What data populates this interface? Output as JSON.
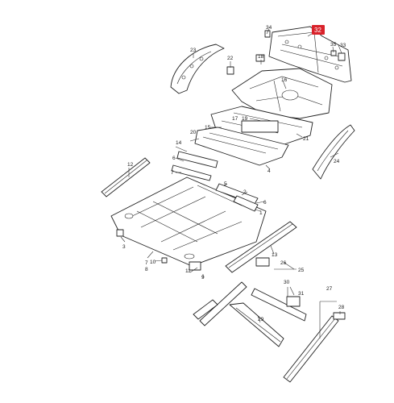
{
  "diagram": {
    "highlight_color": "#d9222a",
    "highlighted_part": "32",
    "part_numbers": [
      "1",
      "2",
      "3",
      "4",
      "5",
      "6",
      "7",
      "8",
      "9",
      "10",
      "11",
      "12",
      "13",
      "14",
      "15",
      "16",
      "17",
      "18",
      "19",
      "20",
      "21",
      "22",
      "23",
      "24",
      "25",
      "26",
      "27",
      "28",
      "29",
      "30",
      "31",
      "32",
      "33",
      "34",
      "35"
    ]
  }
}
